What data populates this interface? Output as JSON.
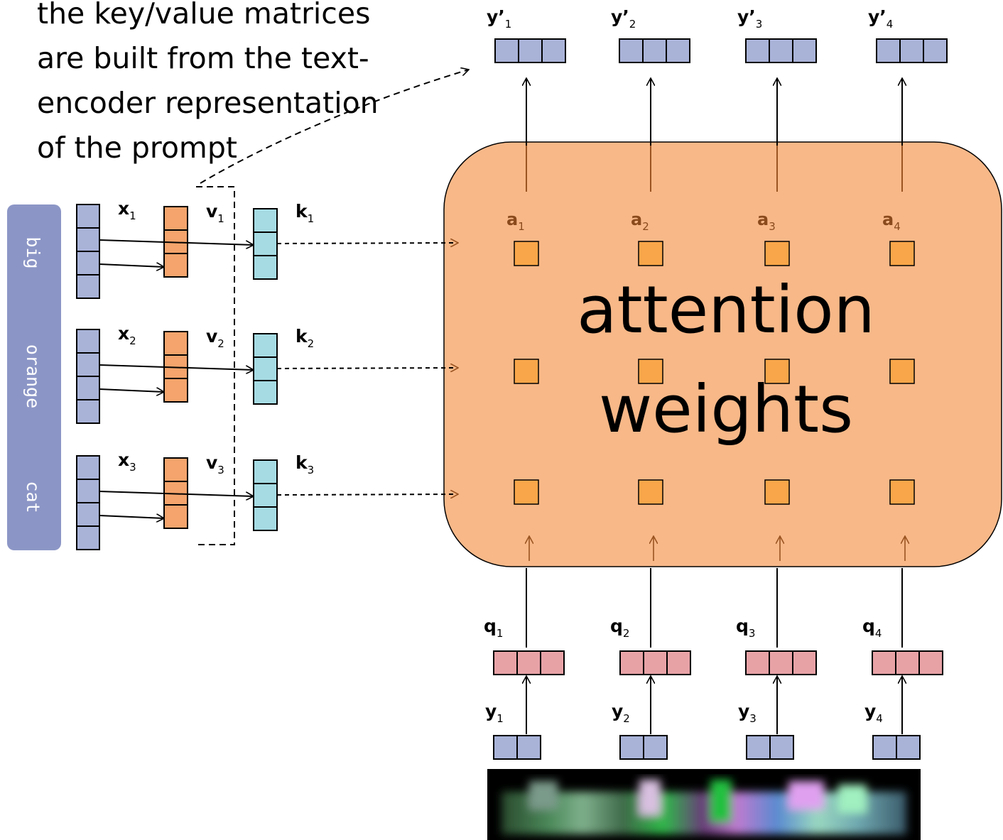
{
  "annotation": {
    "lines": [
      "the key/value matrices",
      "are built from the text-",
      "encoder representation",
      "of the prompt"
    ]
  },
  "prompt_tokens": [
    "big",
    "orange",
    "cat"
  ],
  "text_side": {
    "x": [
      {
        "base": "x",
        "sub": "1"
      },
      {
        "base": "x",
        "sub": "2"
      },
      {
        "base": "x",
        "sub": "3"
      }
    ],
    "v": [
      {
        "base": "v",
        "sub": "1"
      },
      {
        "base": "v",
        "sub": "2"
      },
      {
        "base": "v",
        "sub": "3"
      }
    ],
    "k": [
      {
        "base": "k",
        "sub": "1"
      },
      {
        "base": "k",
        "sub": "2"
      },
      {
        "base": "k",
        "sub": "3"
      }
    ]
  },
  "attention": {
    "title_line1": "attention",
    "title_line2": "weights",
    "a": [
      {
        "base": "a",
        "sub": "1"
      },
      {
        "base": "a",
        "sub": "2"
      },
      {
        "base": "a",
        "sub": "3"
      },
      {
        "base": "a",
        "sub": "4"
      }
    ]
  },
  "outputs": [
    {
      "base": "y’",
      "sub": "1"
    },
    {
      "base": "y’",
      "sub": "2"
    },
    {
      "base": "y’",
      "sub": "3"
    },
    {
      "base": "y’",
      "sub": "4"
    }
  ],
  "queries": [
    {
      "base": "q",
      "sub": "1"
    },
    {
      "base": "q",
      "sub": "2"
    },
    {
      "base": "q",
      "sub": "3"
    },
    {
      "base": "q",
      "sub": "4"
    }
  ],
  "inputs": [
    {
      "base": "y",
      "sub": "1"
    },
    {
      "base": "y",
      "sub": "2"
    },
    {
      "base": "y",
      "sub": "3"
    },
    {
      "base": "y",
      "sub": "4"
    }
  ],
  "colors": {
    "token_bg": "#8c96c6",
    "vector_blue": "#a9b3d8",
    "vector_orange": "#f4a46c",
    "vector_cyan": "#a6dbe3",
    "vector_pink": "#e7a2a6",
    "attention_box": "#f8b888",
    "attention_cell": "#f9a64a",
    "a_label": "#8a4a1c"
  }
}
